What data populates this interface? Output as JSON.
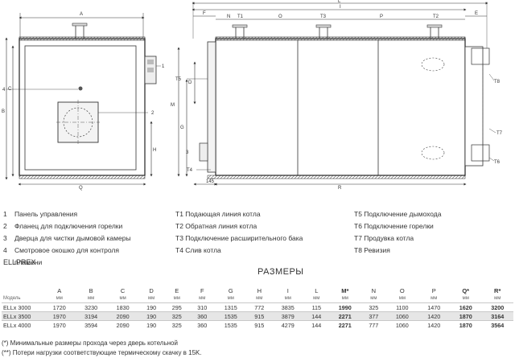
{
  "drawing": {
    "front_dims": [
      "A",
      "B",
      "C",
      "Q",
      "H"
    ],
    "side_dims": [
      "L",
      "I",
      "F",
      "E",
      "N",
      "O",
      "P",
      "T1",
      "T3",
      "T2",
      "T5",
      "T8",
      "T7",
      "T6",
      "T4",
      "M",
      "G",
      "D",
      "R",
      "145",
      "3"
    ],
    "front_markers": [
      "4",
      "2",
      "1"
    ]
  },
  "legend_left": [
    {
      "num": "1",
      "text": "Панель управления"
    },
    {
      "num": "2",
      "text": "Фланец для подключения горелки"
    },
    {
      "num": "3",
      "text": "Дверца для чистки дымовой камеры"
    },
    {
      "num": "4",
      "text": "Смотровое окошко для контроля"
    },
    {
      "num": "",
      "text": "пламени"
    }
  ],
  "legend_mid": [
    "T1 Подающая линия котла",
    "T2 Обратная линия котла",
    "T3 Подключение расширительного бака",
    "T4 Слив котла"
  ],
  "legend_right": [
    "T5 Подключение дымохода",
    "T6 Подключение горелки",
    "T7 Продувка котла",
    "T8 Ревизия"
  ],
  "table": {
    "brand": "ELLPREX",
    "title": "РАЗМЕРЫ",
    "model_label": "Модель",
    "columns": [
      "A",
      "B",
      "C",
      "D",
      "E",
      "F",
      "G",
      "H",
      "I",
      "L",
      "M*",
      "N",
      "O",
      "P",
      "Q*",
      "R*"
    ],
    "unit": "мм",
    "rows": [
      {
        "model": "ELLx 3000",
        "values": [
          "1720",
          "3230",
          "1830",
          "190",
          "295",
          "310",
          "1315",
          "772",
          "3835",
          "115",
          "1990",
          "325",
          "1100",
          "1470",
          "1620",
          "3200"
        ]
      },
      {
        "model": "ELLx 3500",
        "values": [
          "1970",
          "3194",
          "2090",
          "190",
          "325",
          "360",
          "1535",
          "915",
          "3879",
          "144",
          "2271",
          "377",
          "1060",
          "1420",
          "1870",
          "3164"
        ]
      },
      {
        "model": "ELLx 4000",
        "values": [
          "1970",
          "3594",
          "2090",
          "190",
          "325",
          "360",
          "1535",
          "915",
          "4279",
          "144",
          "2271",
          "777",
          "1060",
          "1420",
          "1870",
          "3564"
        ]
      }
    ],
    "notes": [
      "(*) Минимальные размеры прохода через дверь котельной",
      "(**) Потери нагрузки соответствующие термическому скачку в 15K."
    ]
  }
}
